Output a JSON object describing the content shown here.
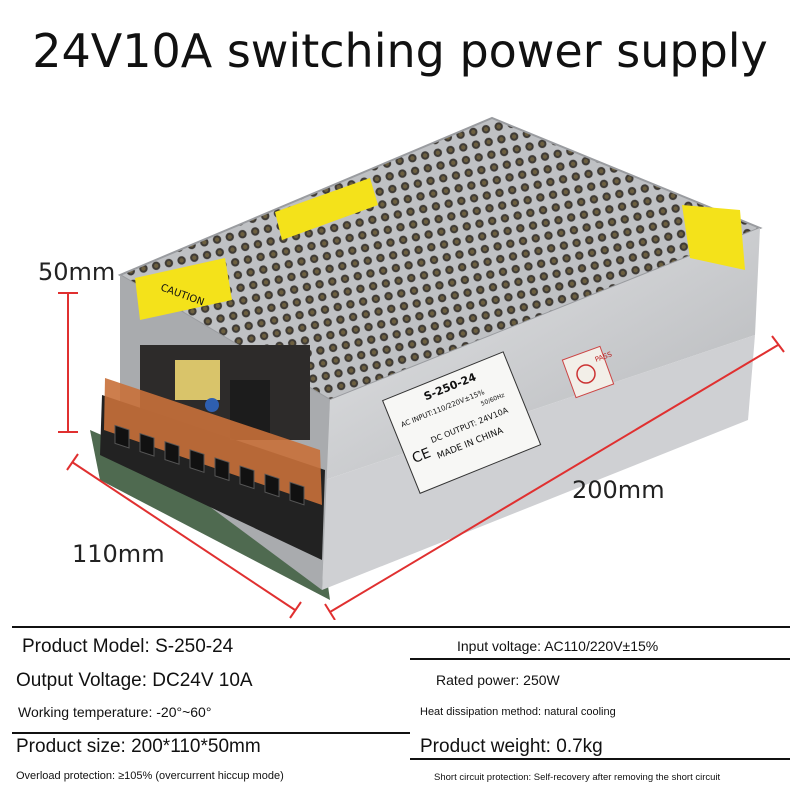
{
  "title": "24V10A switching power supply",
  "dimensions": {
    "height": "50mm",
    "depth": "110mm",
    "length": "200mm"
  },
  "device": {
    "label_caution": "CAUTION",
    "model": "S-250-24",
    "ac_input": "AC INPUT:110/220V±15%",
    "freq": "50/60Hz",
    "dc_output": "DC OUTPUT: 24V10A",
    "made_in": "MADE IN CHINA",
    "ce": "CE",
    "pass": "PASS"
  },
  "specs": {
    "model_label": "Product Model: ",
    "model_value": "S-250-24",
    "input_label": "Input voltage: ",
    "input_value": "AC110/220V±15%",
    "output_label": "Output Voltage: ",
    "output_value": "DC24V 10A",
    "power_label": "Rated power: ",
    "power_value": "250W",
    "temp_label": "Working temperature: ",
    "temp_value": "-20°~60°",
    "heat_label": "Heat dissipation method: ",
    "heat_value": "natural cooling",
    "size_label": "Product size: ",
    "size_value": "200*110*50mm",
    "weight_label": "Product weight: ",
    "weight_value": "0.7kg",
    "overload_label": "Overload protection: ",
    "overload_value": "≥105% (overcurrent hiccup mode)",
    "short_label": "Short circuit protection: ",
    "short_value": "Self-recovery after removing the short circuit"
  },
  "colors": {
    "chassis": "#c9cacc",
    "terminal": "#c8703a",
    "warning": "#f4e21a",
    "pcb": "#4a6a4a"
  }
}
